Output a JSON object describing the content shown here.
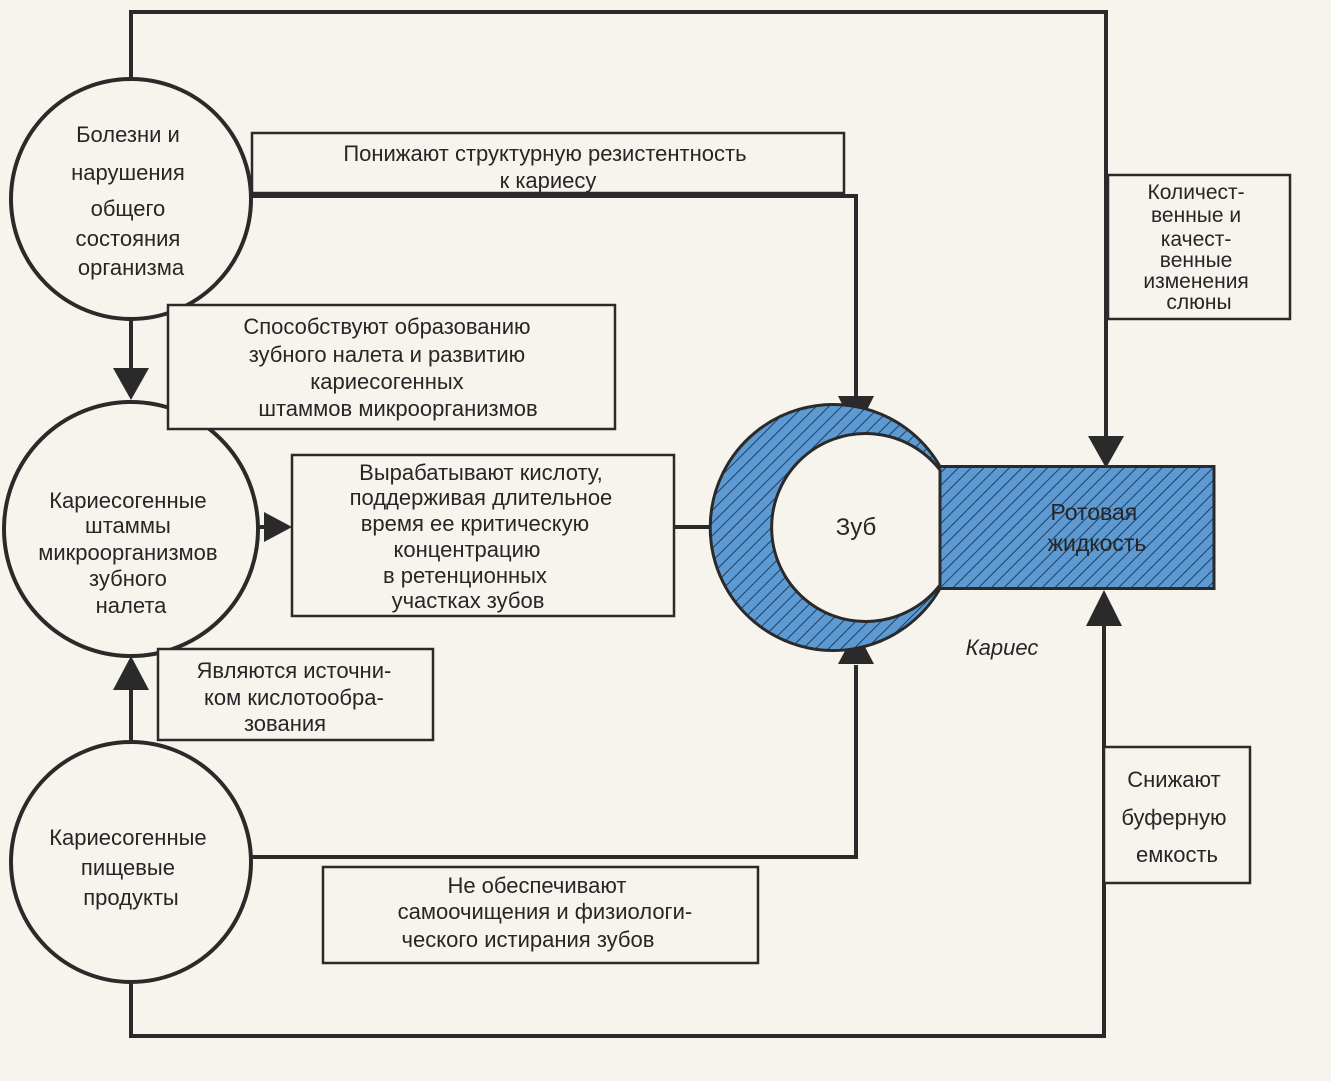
{
  "nodes": {
    "diseases": [
      "Болезни и",
      "нарушения",
      "общего",
      "состояния",
      "организма"
    ],
    "strains": [
      "Кариесогенные",
      "штаммы",
      "микроорганизмов",
      "зубного",
      "налета"
    ],
    "food": [
      "Кариесогенные",
      "пищевые",
      "продукты"
    ],
    "tooth": "Зуб",
    "oral_fluid": [
      "Ротовая",
      "жидкость"
    ],
    "caries": "Кариес"
  },
  "boxes": {
    "structural_resistance": [
      "Понижают структурную резистентность",
      "к кариесу"
    ],
    "plaque_formation": [
      "Способствуют образованию",
      "зубного  налета и развитию",
      "кариесогенных",
      "штаммов микроорганизмов"
    ],
    "acid_production": [
      "Вырабатывают  кислоту,",
      "поддерживая длительное",
      "время  ее критическую",
      "концентрацию",
      "в ретенционных",
      "участках зубов"
    ],
    "acid_source": [
      "Являются источни-",
      "ком  кислотообра-",
      "зования"
    ],
    "self_cleaning": [
      "Не обеспечивают",
      "самоочищения и физиологи-",
      "ческого истирания  зубов"
    ],
    "saliva_changes": [
      "Количест-",
      "венные и",
      "качест-",
      "венные",
      "изменения",
      "слюны"
    ],
    "buffer_capacity": [
      "Снижают",
      "буферную",
      "емкость"
    ]
  },
  "colors": {
    "line": "#2a2a2a",
    "hatch_fill": "#5d9ad1",
    "hatch_line": "#1f3d66",
    "paper": "#f7f4ee"
  }
}
